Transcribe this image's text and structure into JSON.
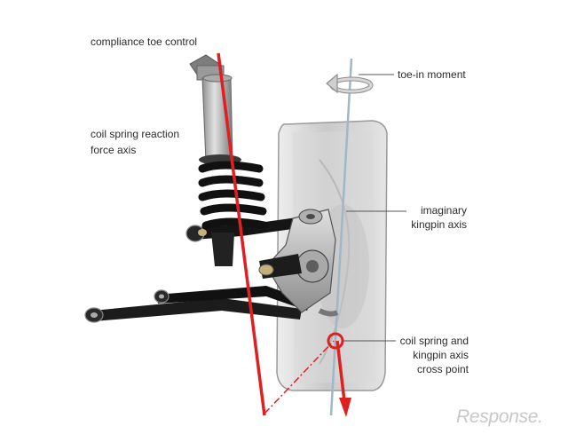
{
  "labels": {
    "compliance_toe_control": "compliance toe control",
    "coil_spring_reaction_line1": "coil spring reaction",
    "coil_spring_reaction_line2": "force axis",
    "toe_in_moment": "toe-in moment",
    "imaginary_kingpin_line1": "imaginary",
    "imaginary_kingpin_line2": "kingpin axis",
    "cross_point_line1": "coil spring and",
    "cross_point_line2": "kingpin axis",
    "cross_point_line3": "cross point"
  },
  "watermark": "Response.",
  "colors": {
    "red_axis": "#e02020",
    "kingpin_axis": "#9fb8c8",
    "tire": "#cfcfcf",
    "suspension_dark": "#1a1a1a",
    "metal": "#b8b8b8",
    "leader_line": "#555555"
  }
}
